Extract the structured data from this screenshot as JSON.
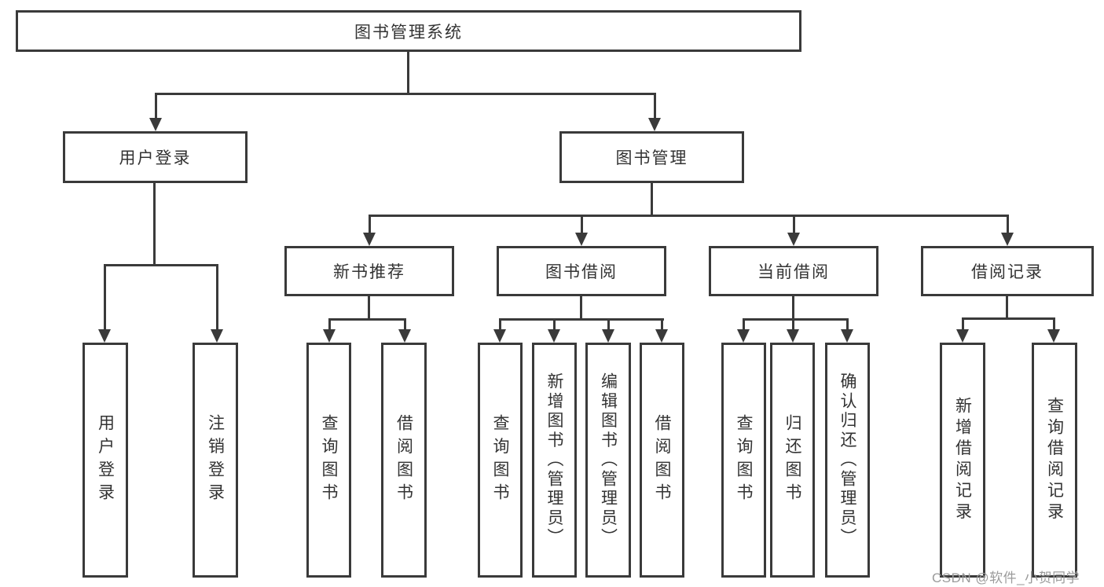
{
  "diagram": {
    "root": {
      "label": "图书管理系统"
    },
    "level2": [
      {
        "label": "用户登录"
      },
      {
        "label": "图书管理"
      }
    ],
    "level3": [
      {
        "label": "新书推荐"
      },
      {
        "label": "图书借阅"
      },
      {
        "label": "当前借阅"
      },
      {
        "label": "借阅记录"
      }
    ],
    "leaves": [
      {
        "label": "用户登录"
      },
      {
        "label": "注销登录"
      },
      {
        "label": "查询图书"
      },
      {
        "label": "借阅图书"
      },
      {
        "label": "查询图书"
      },
      {
        "label": "新增图书（管理员）"
      },
      {
        "label": "编辑图书（管理员）"
      },
      {
        "label": "借阅图书"
      },
      {
        "label": "查询图书"
      },
      {
        "label": "归还图书"
      },
      {
        "label": "确认归还（管理员）"
      },
      {
        "label": "新增借阅记录"
      },
      {
        "label": "查询借阅记录"
      }
    ]
  },
  "watermark": {
    "text": "CSDN @软件_小贺同学"
  },
  "colors": {
    "line": "#3a3a3a",
    "box_border": "#3a3a3a",
    "text": "#333333",
    "watermark": "#9b9b9b",
    "background": "#ffffff"
  }
}
